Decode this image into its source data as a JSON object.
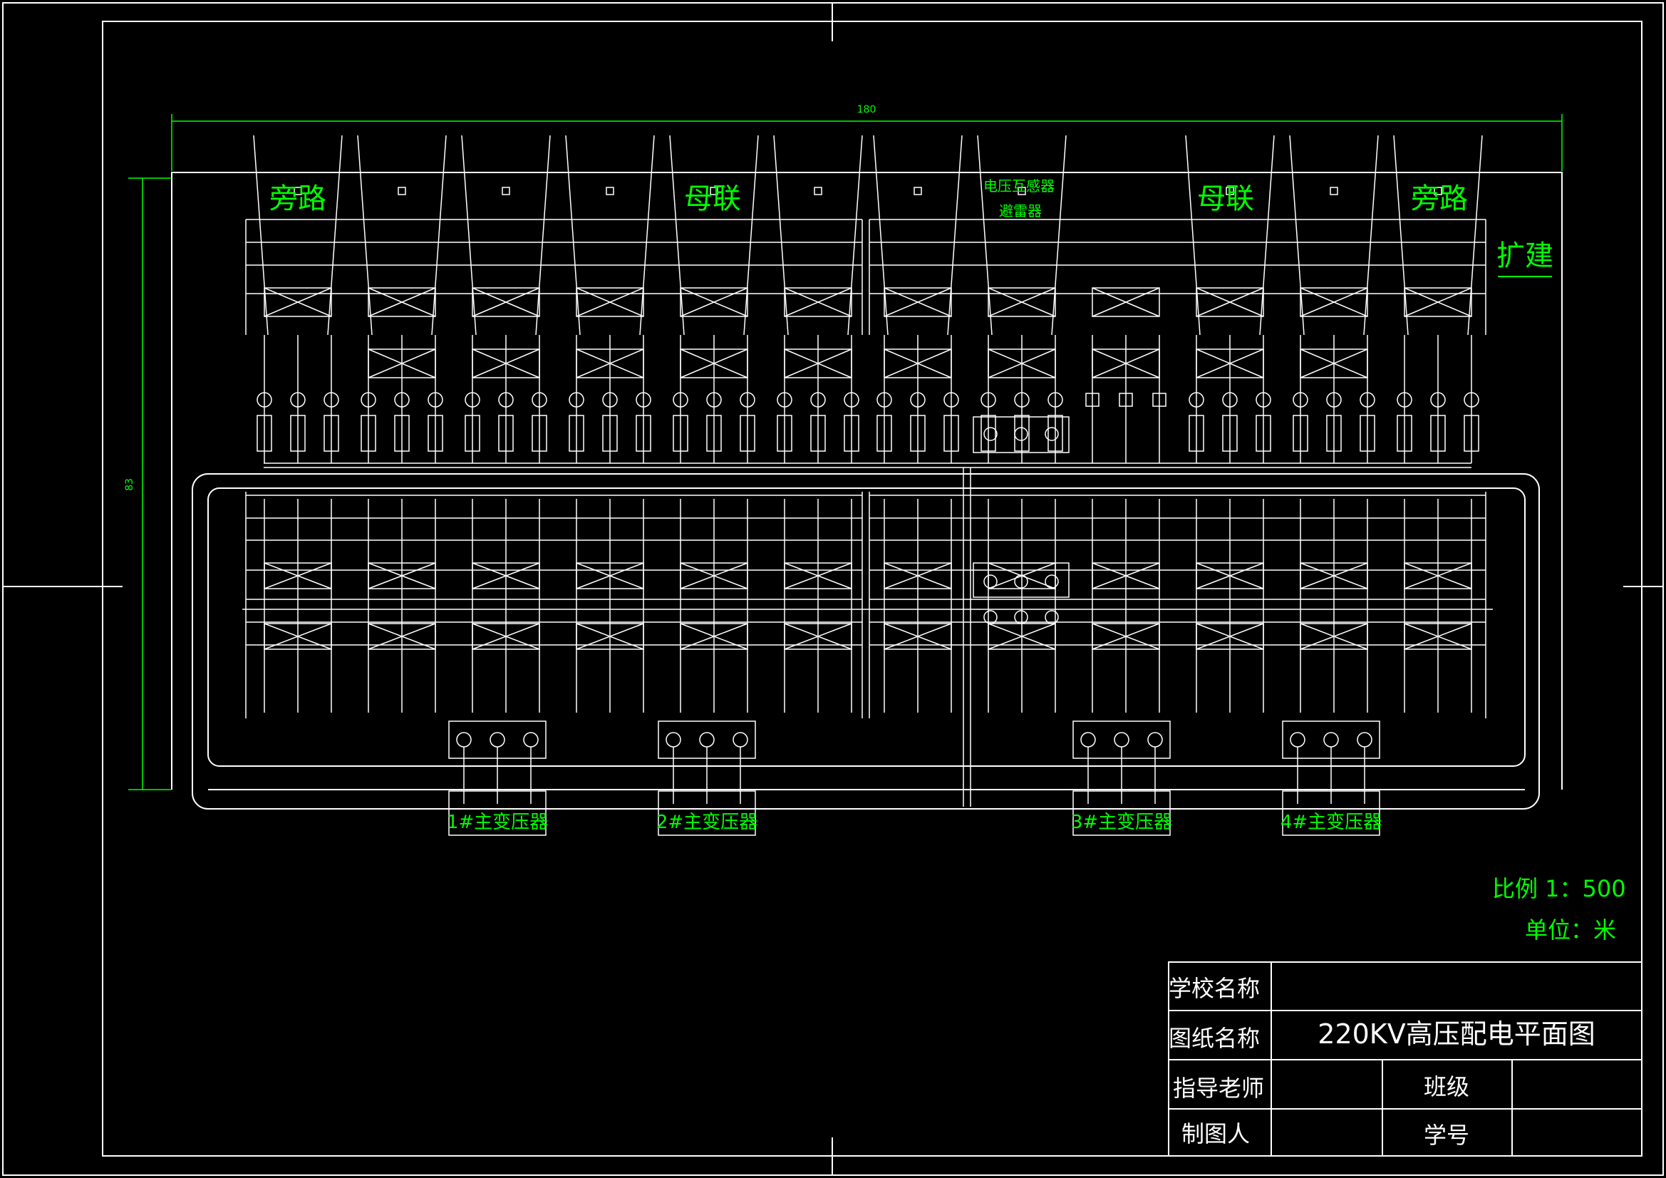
{
  "colors": {
    "background": "#000000",
    "linework": "#ffffff",
    "dimension": "#00ff00",
    "annotation": "#00ff00"
  },
  "dimensions": {
    "width_label": "180",
    "height_label": "83"
  },
  "labels": {
    "bypass_left": "旁路",
    "bus_tie_left": "母联",
    "pt_arrester_line1": "电压互感器",
    "pt_arrester_line2": "避雷器",
    "bus_tie_right": "母联",
    "bypass_right": "旁路",
    "expansion": "扩建"
  },
  "transformers": [
    "1#主变压器",
    "2#主变压器",
    "3#主变压器",
    "4#主变压器"
  ],
  "scale_note": {
    "scale": "比例  1：500",
    "unit": "单位：米"
  },
  "title_block": {
    "school_label": "学校名称",
    "school_value": "",
    "drawing_label": "图纸名称",
    "drawing_value": "220KV高压配电平面图",
    "advisor_label": "指导老师",
    "advisor_value": "",
    "class_label": "班级",
    "class_value": "",
    "drafter_label": "制图人",
    "drafter_value": "",
    "student_id_label": "学号",
    "student_id_value": ""
  }
}
